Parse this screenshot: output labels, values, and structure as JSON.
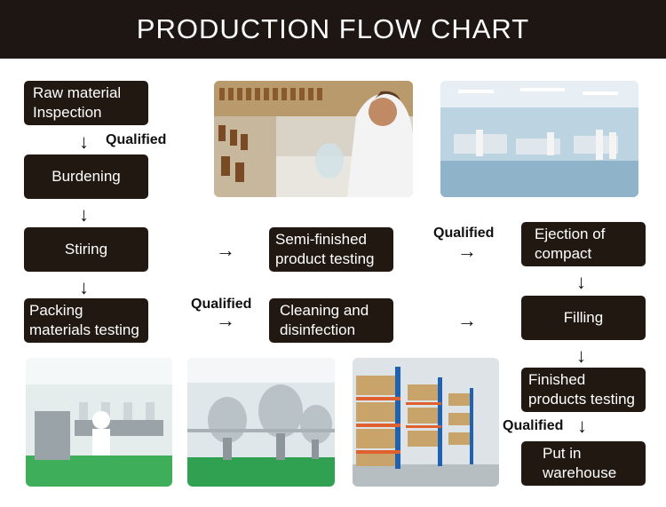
{
  "header": {
    "title": "PRODUCTION FLOW CHART"
  },
  "steps": {
    "raw_material": "Raw material\nInspection",
    "burdening": "Burdening",
    "stiring": "Stiring",
    "packing": "Packing\nmaterials testing",
    "semi_finished": "Semi-finished\nproduct testing",
    "cleaning": "Cleaning and\ndisinfection",
    "ejection": "Ejection of\ncompact",
    "filling": "Filling",
    "finished": "Finished\nproducts testing",
    "warehouse": "Put in\nwarehouse"
  },
  "labels": {
    "qualified_1": "Qualified",
    "qualified_2": "Qualified",
    "qualified_3": "Qualified",
    "qualified_4": "Qualified"
  },
  "arrows": {
    "down": "↓",
    "right": "→"
  },
  "icons": [
    "lab-photo",
    "cleanroom-photo",
    "production-line-photo",
    "mixing-tanks-photo",
    "warehouse-photo"
  ]
}
